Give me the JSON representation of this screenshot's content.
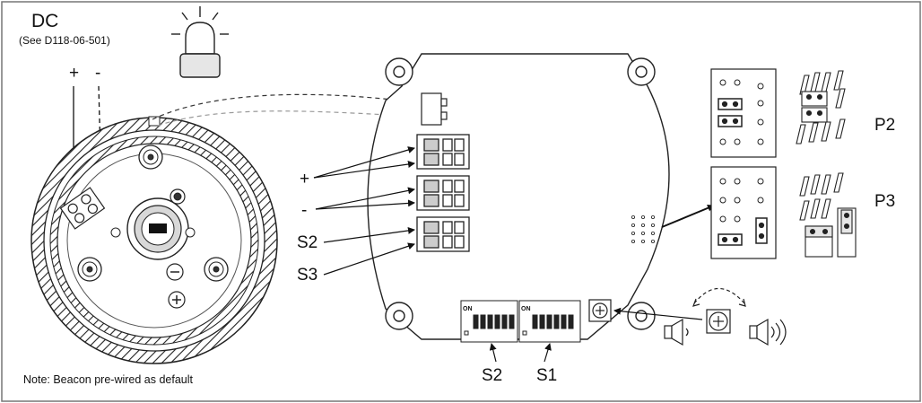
{
  "power": {
    "title": "DC",
    "reference": "(See D118-06-501)",
    "plus": "+",
    "minus": "-"
  },
  "terminals": {
    "plus": "+",
    "minus": "-",
    "s2": "S2",
    "s3": "S3"
  },
  "switches": {
    "s2": "S2",
    "s1": "S1",
    "on_label": "ON"
  },
  "jumpers": {
    "p2": "P2",
    "p3": "P3"
  },
  "note": "Note: Beacon pre-wired as default",
  "icons": [
    "beacon-lamp-icon",
    "speaker-quiet-icon",
    "speaker-loud-icon",
    "potentiometer-icon"
  ]
}
